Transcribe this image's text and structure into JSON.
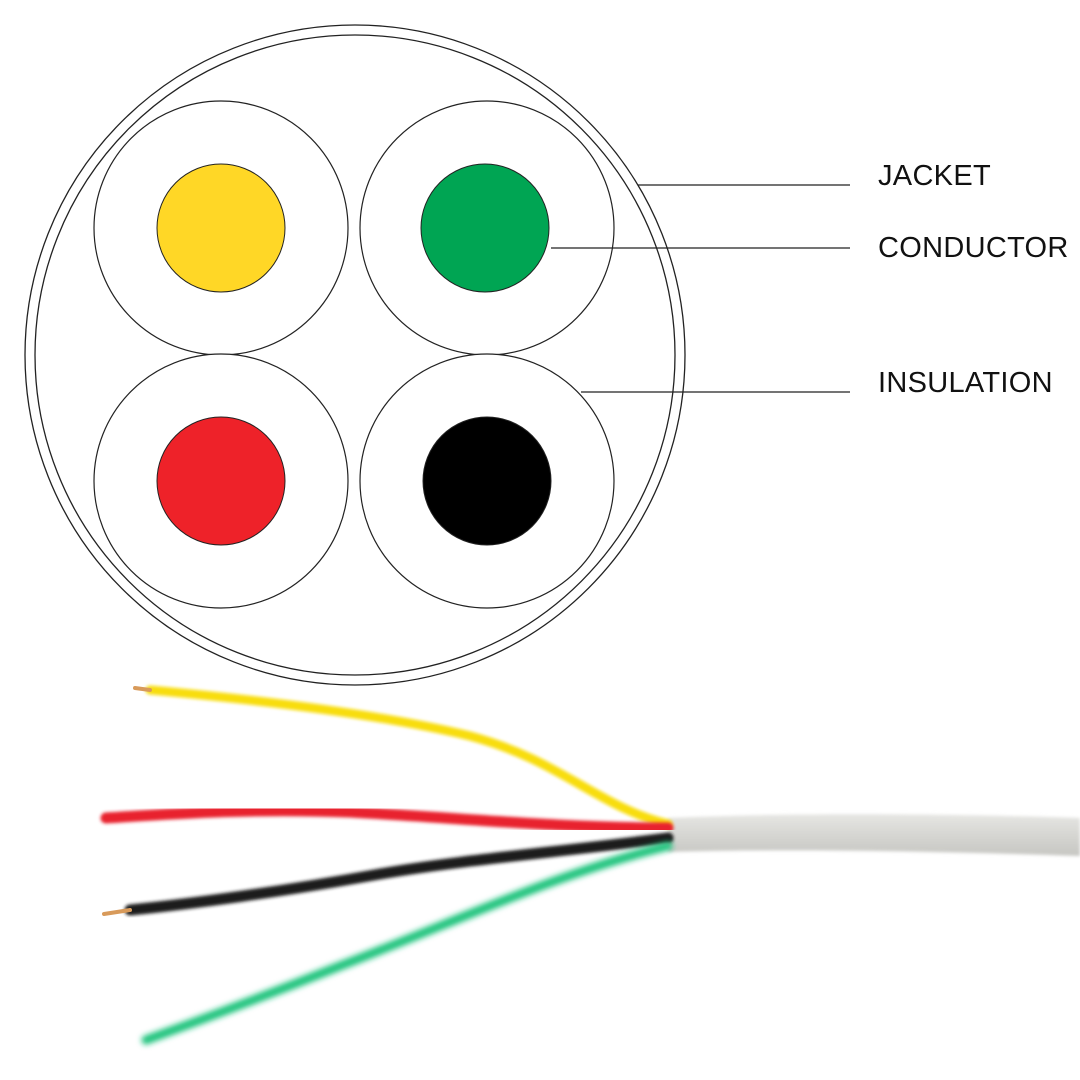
{
  "labels": {
    "jacket": "JACKET",
    "conductor": "CONDUCTOR",
    "insulation": "INSULATION"
  },
  "conductors": [
    {
      "name": "yellow",
      "color": "#FFD726"
    },
    {
      "name": "green",
      "color": "#00A553"
    },
    {
      "name": "red",
      "color": "#EE2229"
    },
    {
      "name": "black",
      "color": "#000000"
    }
  ],
  "wires": [
    {
      "name": "yellow",
      "color": "#F8DD10"
    },
    {
      "name": "red",
      "color": "#E8202E"
    },
    {
      "name": "black",
      "color": "#1A1A1A"
    },
    {
      "name": "green",
      "color": "#1BC37C"
    }
  ],
  "colors": {
    "line": "#222222",
    "insulation_fill": "#ffffff",
    "cable_sheath": "#D8D8D4",
    "copper": "#D89A5A"
  }
}
